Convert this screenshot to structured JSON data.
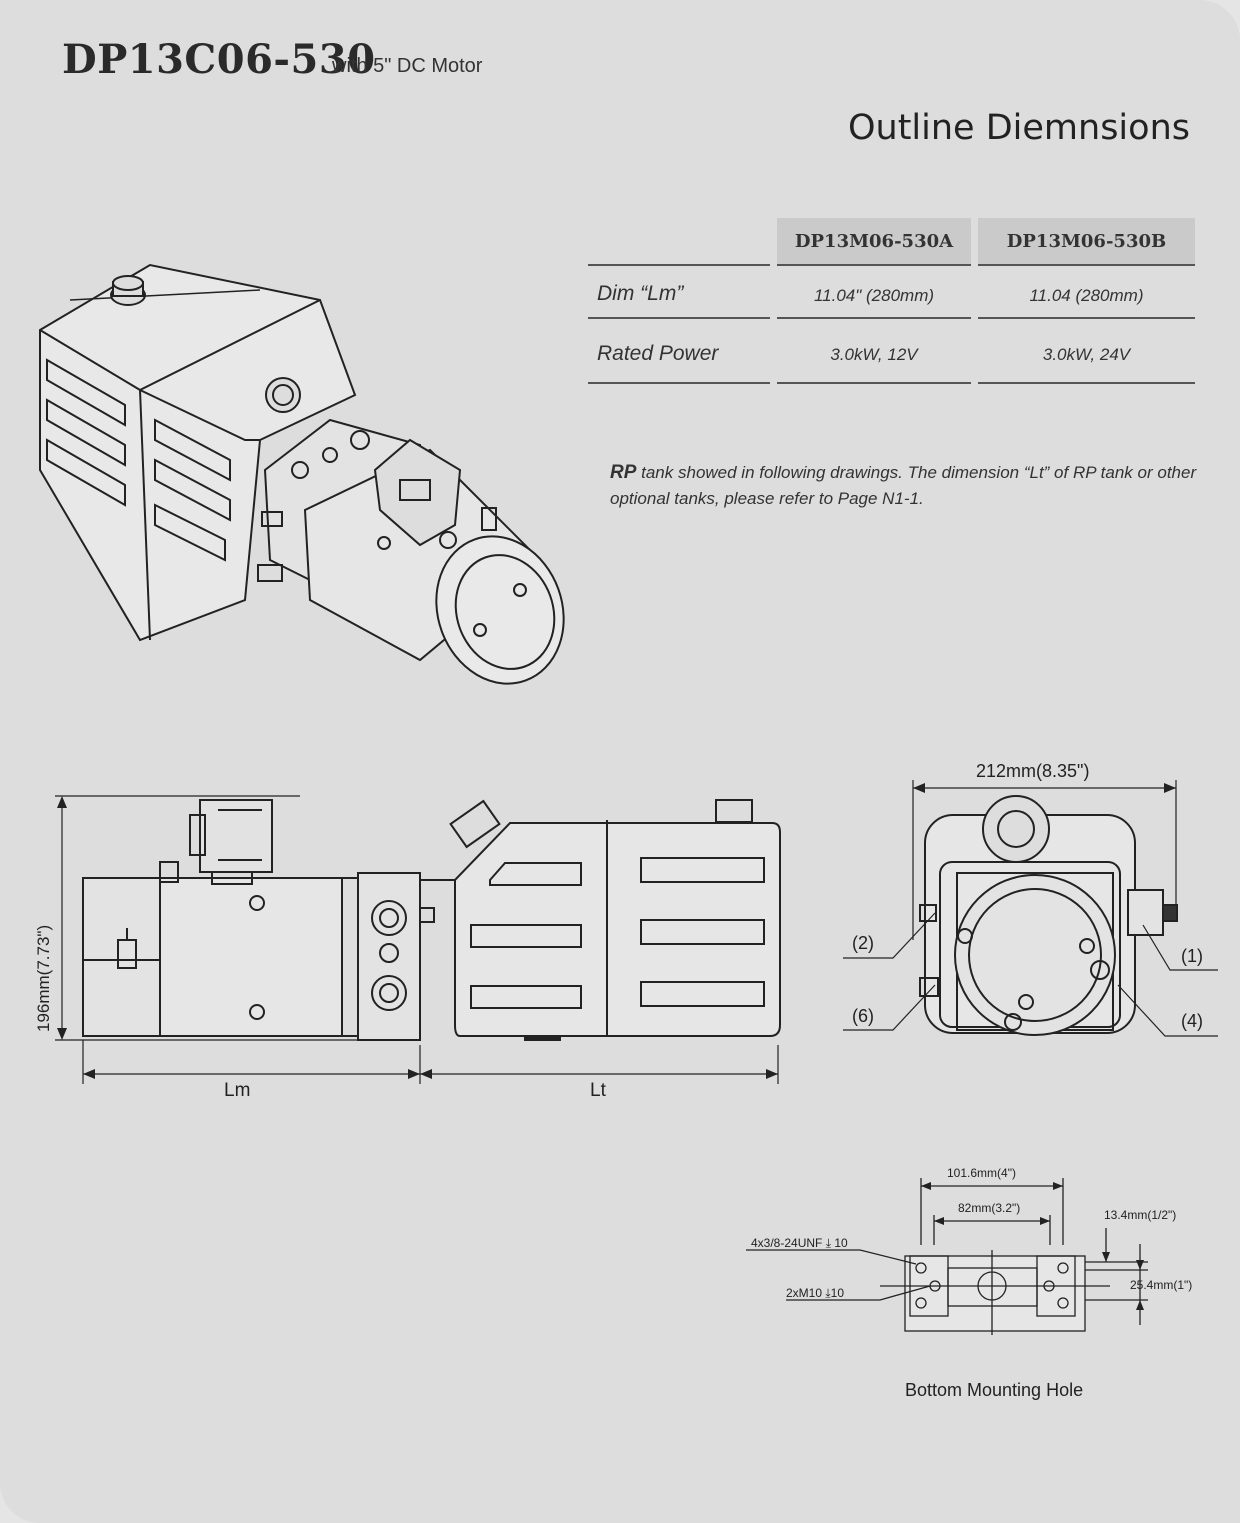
{
  "header": {
    "model": "DP13C06-530",
    "subtitle": "with 5\" DC Motor",
    "heading": "Outline Diemnsions"
  },
  "spec_table": {
    "columns": [
      "DP13M06-530A",
      "DP13M06-530B"
    ],
    "rows": [
      {
        "label": "Dim “Lm”",
        "values": [
          "11.04\" (280mm)",
          "11.04 (280mm)"
        ]
      },
      {
        "label": "Rated Power",
        "values": [
          "3.0kW, 12V",
          "3.0kW, 24V"
        ]
      }
    ]
  },
  "note": {
    "prefix": "RP",
    "text": " tank showed in following drawings. The dimension “Lt” of RP tank or other optional tanks, please refer to Page N1-1."
  },
  "side_view": {
    "height_label": "196mm(7.73\")",
    "lm_label": "Lm",
    "lt_label": "Lt"
  },
  "end_view": {
    "width_label": "212mm(8.35\")",
    "callouts": [
      "(2)",
      "(6)",
      "(1)",
      "(4)"
    ]
  },
  "mounting": {
    "outer_spacing": "101.6mm(4\")",
    "inner_spacing": "82mm(3.2\")",
    "thread_holes": "4x3/8-24UNF ⤓ 10",
    "metric_holes": "2xM10 ⤓10",
    "offset": "13.4mm(1/2\")",
    "height": "25.4mm(1\")",
    "caption": "Bottom Mounting Hole"
  }
}
